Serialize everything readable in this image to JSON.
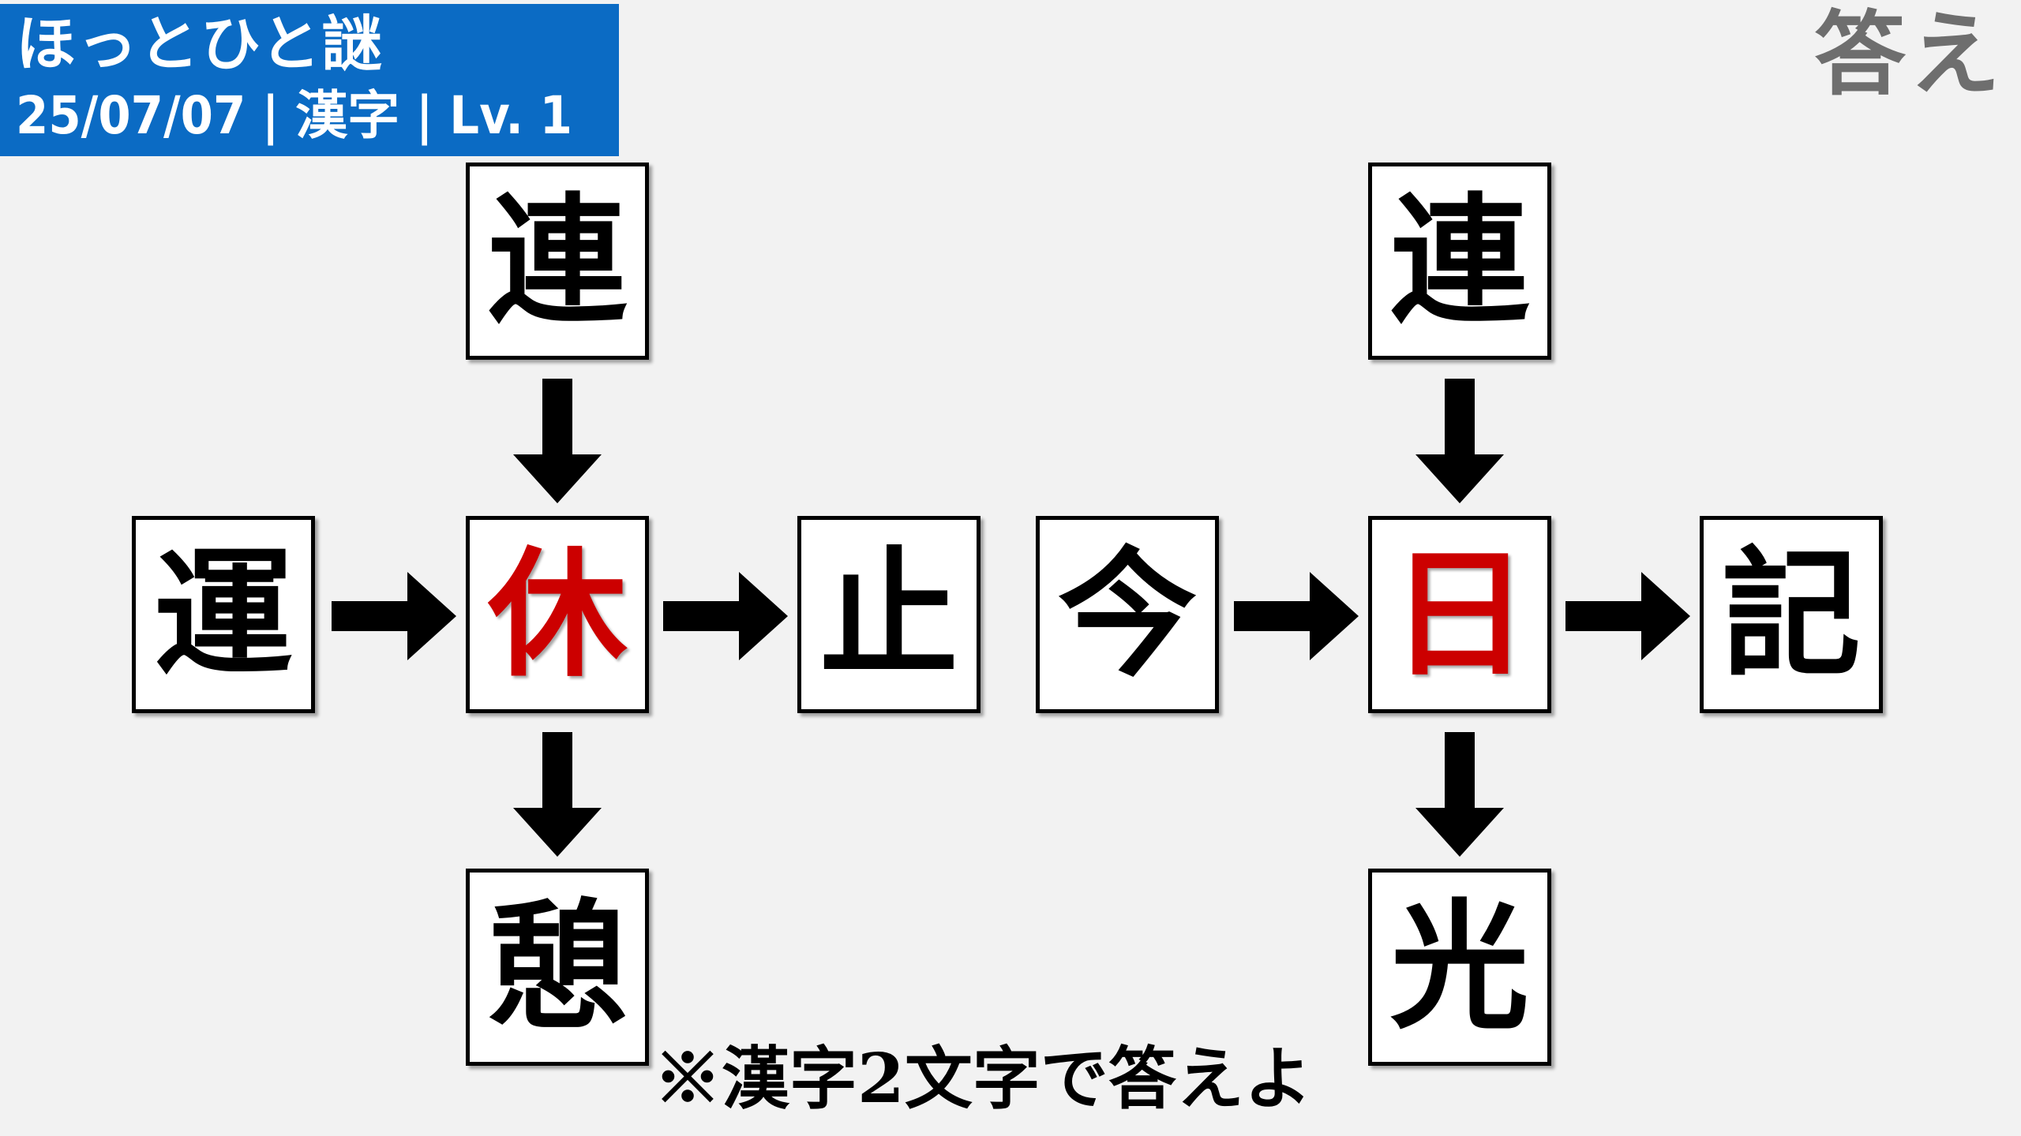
{
  "header": {
    "title": "ほっとひと謎",
    "subtitle": "25/07/07 | 漢字 | Lv. 1"
  },
  "answer_label": "答え",
  "puzzle_left": {
    "top": "連",
    "left": "運",
    "center": "休",
    "right": "止",
    "bottom": "憩"
  },
  "puzzle_right": {
    "top": "連",
    "left": "今",
    "center": "日",
    "right": "記",
    "bottom": "光"
  },
  "note": "※漢字2文字で答えよ",
  "colors": {
    "header_bg": "#0b6bc4",
    "answer_char": "#cc0000",
    "answer_label": "#6e6e6e"
  }
}
